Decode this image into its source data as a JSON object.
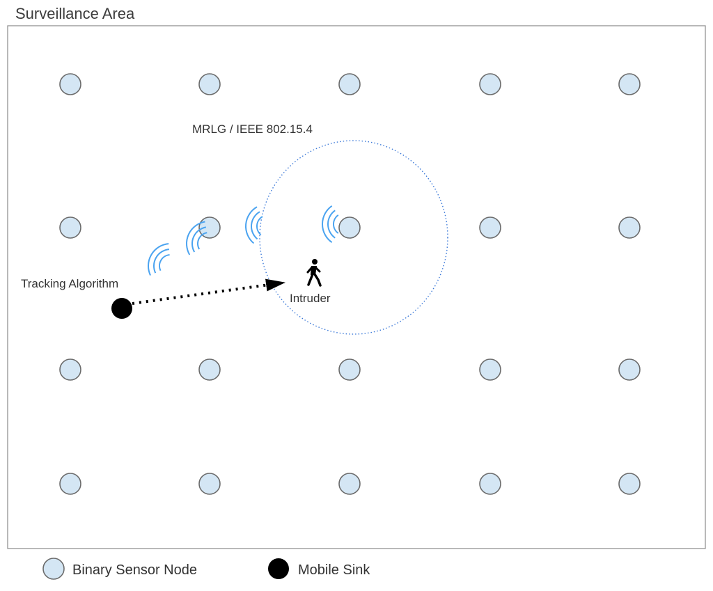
{
  "area": {
    "title": "Surveillance Area",
    "rows": 4,
    "cols": 5
  },
  "labels": {
    "protocol": "MRLG / IEEE 802.15.4",
    "algorithm": "Tracking Algorithm",
    "intruder": "Intruder"
  },
  "legend": {
    "sensor": "Binary Sensor Node",
    "sink": "Mobile Sink"
  },
  "colors": {
    "sensor_fill": "#d4e6f4",
    "sensor_stroke": "#6b6b6b",
    "sink": "#000000",
    "signal": "#4aa3f0",
    "range": "#3a78d8",
    "border": "#8a8a8a"
  },
  "icons": {
    "intruder": "walking-person-icon",
    "signal": "signal-wave-icon"
  }
}
